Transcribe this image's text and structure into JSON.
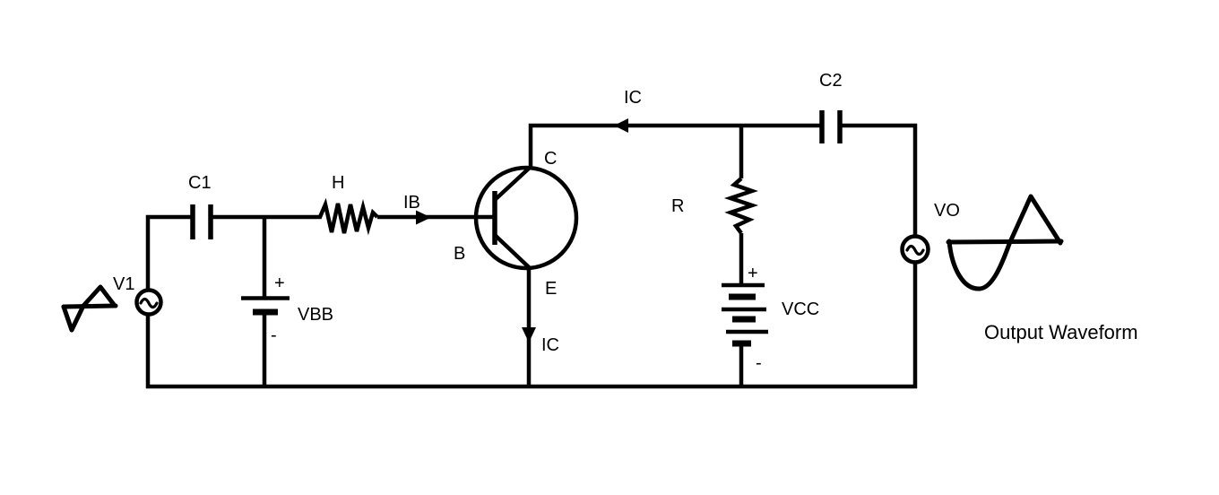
{
  "diagram": {
    "type": "transistor-amplifier-circuit",
    "colors": {
      "stroke": "#000000",
      "background": "#ffffff"
    }
  },
  "labels": {
    "v1": "V1",
    "c1": "C1",
    "vbb": "VBB",
    "vbb_plus": "+",
    "vbb_minus": "-",
    "h": "H",
    "ib": "IB",
    "b": "B",
    "c": "C",
    "e": "E",
    "ic_top": "IC",
    "ic_bottom": "IC",
    "r": "R",
    "vcc": "VCC",
    "vcc_plus": "+",
    "vcc_minus": "-",
    "c2": "C2",
    "vo": "VO",
    "output_waveform": "Output Waveform"
  }
}
